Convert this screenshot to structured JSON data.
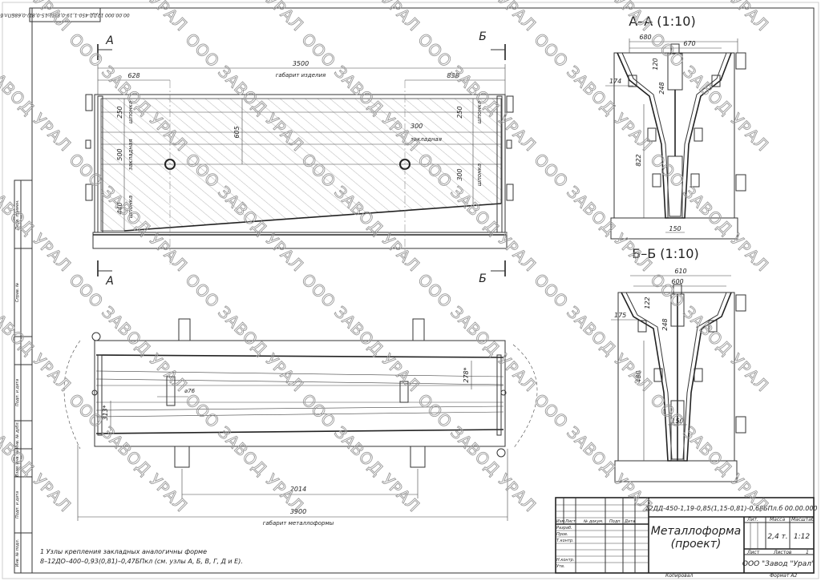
{
  "stamp_top": "00.00.000 12ДД-450-1,19-0,85(1,15-0,81)-0,68БПл.б",
  "watermark": "ООО ЗАВОД УРАЛ",
  "section_marks": {
    "a": "А",
    "b": "Б"
  },
  "main_view": {
    "dim_total": "3500",
    "dim_total_label": "габарит изделия",
    "dim_left": "628",
    "dim_right": "838",
    "dim_605": "605",
    "left_dims": [
      "250",
      "500",
      "440"
    ],
    "left_labels": [
      "шпонка",
      "закладная",
      "шпонка"
    ],
    "right_dims": [
      "250",
      "300"
    ],
    "right_labels": [
      "шпонка",
      "шпонка"
    ],
    "mid_dim": "300",
    "mid_label": "закладная"
  },
  "plan_view": {
    "dim_pitch": "2014",
    "dim_total": "3900",
    "dim_total_label": "габарит металлоформы",
    "dia": "⌀76",
    "dim_278": "278*",
    "dim_313": "313*"
  },
  "section_aa": {
    "title": "А–А (1:10)",
    "dims": {
      "d680": "680",
      "d670": "670",
      "d120": "120",
      "d174": "174",
      "d248": "248",
      "d822": "822",
      "d150": "150"
    }
  },
  "section_bb": {
    "title": "Б–Б (1:10)",
    "dims": {
      "d610": "610",
      "d600": "600",
      "d122": "122",
      "d175": "175",
      "d248": "248",
      "d480": "480",
      "d150": "150"
    }
  },
  "notes": [
    "1 Узлы    крепления    закладных    аналогичны    форме",
    "8–12ДО–400–0,93(0,81)–0,47БПкл (см. узлы А, Б, В, Г, Д и Е)."
  ],
  "side_strip": [
    "Перв. примен.",
    "Справ. №",
    "Подп. и дата",
    "Инв. № дубл.",
    "Взам. инв. №",
    "Подп. и дата",
    "Инв. № подл."
  ],
  "title_block": {
    "designation": "12ДД-450-1,19-0,85(1,15-0,81)-0,68БПл.б 00.00.000",
    "name_line1": "Металлоформа",
    "name_line2": "(проект)",
    "col_headers": [
      "Изм.",
      "Лист",
      "№ докум.",
      "Подп.",
      "Дата"
    ],
    "roles": [
      "Разраб.",
      "Пров.",
      "Т.контр.",
      "Н.контр.",
      "Утв."
    ],
    "lit_label": "Лит.",
    "mass_label": "Масса",
    "scale_label": "Масштаб",
    "mass": "2,4 т.",
    "scale": "1:12",
    "sheet_label": "Лист",
    "sheets_label": "Листов",
    "sheets": "1",
    "company": "ООО \"Завод \"Урал\"",
    "copied": "Копировал",
    "format": "Формат   А2"
  }
}
